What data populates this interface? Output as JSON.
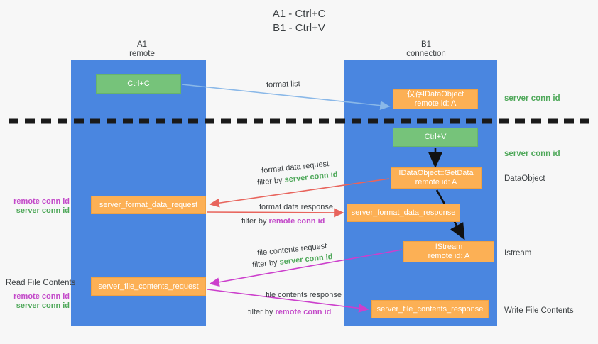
{
  "title": "A1 - Ctrl+C\nB1 - Ctrl+V",
  "columns": {
    "left": {
      "name": "A1",
      "subtitle": "remote",
      "header": "A1\nremote"
    },
    "right": {
      "name": "B1",
      "subtitle": "connection",
      "header": "B1\nconnection"
    }
  },
  "nodes": {
    "ctrl_c": {
      "label": "Ctrl+C",
      "color": "#76c37a"
    },
    "idataobject": {
      "line1": "仅存IDataObject",
      "line2": "remote id: A",
      "label": "仅存IDataObject\nremote id: A",
      "color": "#fcb055"
    },
    "ctrl_v": {
      "label": "Ctrl+V",
      "color": "#76c37a"
    },
    "getdata": {
      "line1": "IDataObject::GetData",
      "line2": "remote id: A",
      "label": "IDataObject::GetData\nremote id: A",
      "color": "#fcb055"
    },
    "server_format_data_request": {
      "label": "server_format_data_request",
      "color": "#fcb055"
    },
    "server_format_data_response": {
      "label": "server_format_data_response",
      "color": "#fcb055"
    },
    "istream": {
      "line1": "IStream",
      "line2": "remote id: A",
      "label": "IStream\nremote id: A",
      "color": "#fcb055"
    },
    "server_file_contents_request": {
      "label": "server_file_contents_request",
      "color": "#fcb055"
    },
    "server_file_contents_response": {
      "label": "server_file_contents_response",
      "color": "#fcb055"
    }
  },
  "side_labels": {
    "server_conn_id_top": "server conn id",
    "server_conn_id_mid": "server conn id",
    "dataobject": "DataObject",
    "istream": "Istream",
    "write_file_contents": "Write File Contents"
  },
  "left_labels": {
    "remote_conn_id": "remote conn id",
    "server_conn_id": "server conn id",
    "read_file_contents": "Read File Contents",
    "remote_conn_id_2": "remote conn id",
    "server_conn_id_2": "server conn id"
  },
  "edges": {
    "format_list": {
      "label": "format list",
      "color": "#8ab8e8"
    },
    "format_data_request": {
      "label": "format data request",
      "filter_prefix": "filter by ",
      "filter_value": "server conn id",
      "color": "#e8645c"
    },
    "format_data_response": {
      "label": "format data response",
      "filter_prefix": "filter by ",
      "filter_value": "remote conn id",
      "color": "#e8645c"
    },
    "file_contents_request": {
      "label": "file contents request",
      "filter_prefix": "filter by ",
      "filter_value": "server conn id",
      "color": "#cc3fcc"
    },
    "file_contents_response": {
      "label": "file contents response",
      "filter_prefix": "filter by ",
      "filter_value": "remote conn id",
      "color": "#cc3fcc"
    }
  },
  "colors": {
    "lane": "#4a86e0",
    "green_node": "#76c37a",
    "orange_node": "#fcb055",
    "green_text": "#4fa85a",
    "magenta_text": "#c34ac9",
    "dark_arrow": "#111111",
    "background": "#f7f7f7"
  }
}
